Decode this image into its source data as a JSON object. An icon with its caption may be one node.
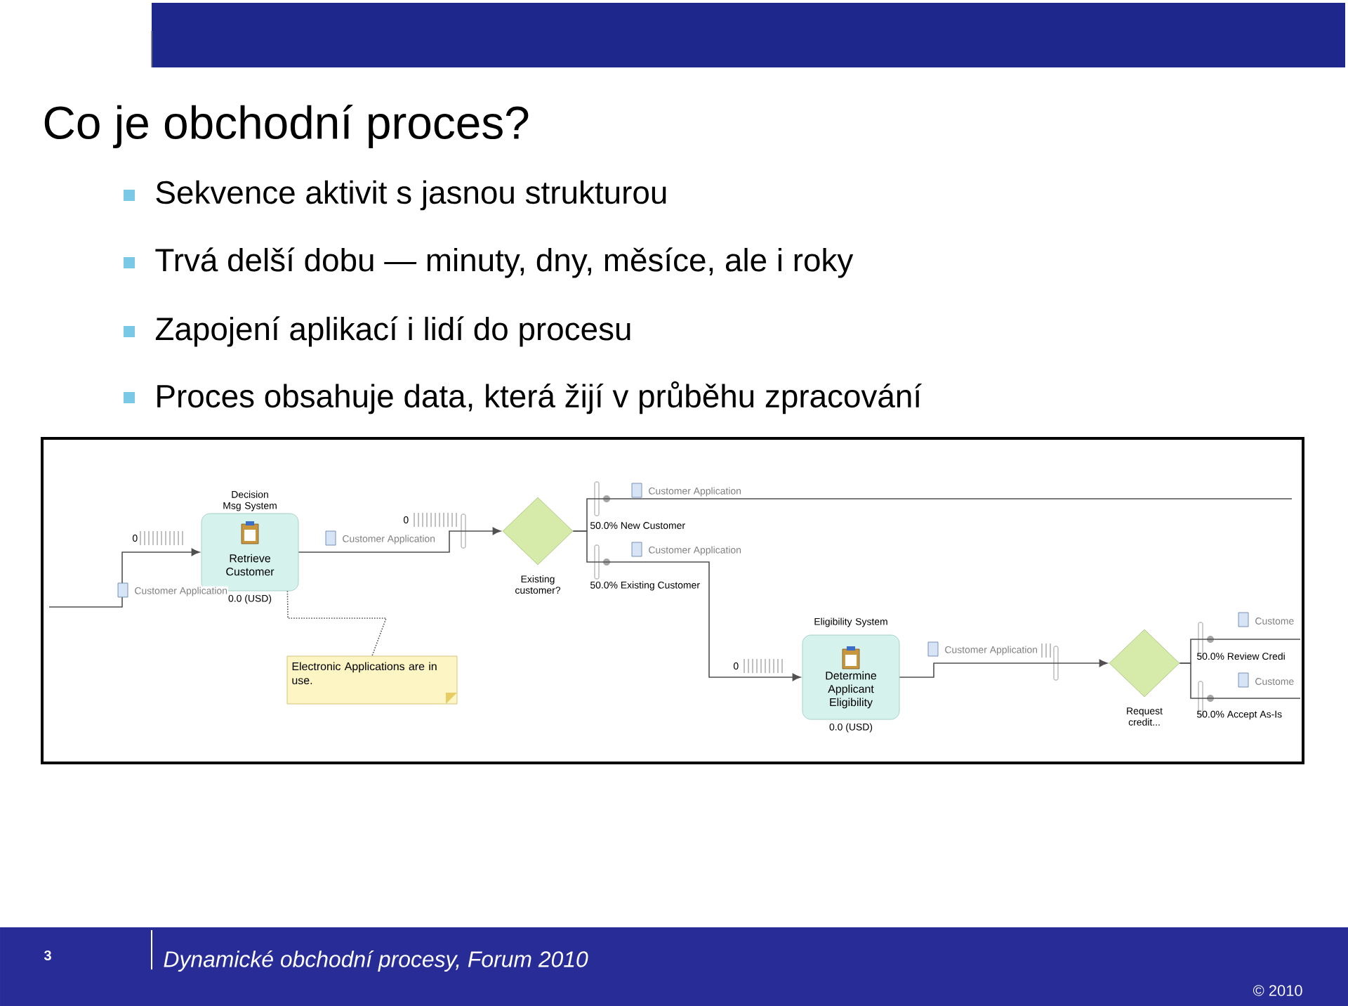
{
  "diagram": {
    "title": "Co je obchodní proces?",
    "nodes": [
      {
        "text": [
          "Decision Msg System",
          "Retrieve Customer"
        ],
        "beside": [
          "0.0 (USD)"
        ]
      },
      {
        "text": [
          "Existing customer?"
        ]
      },
      {
        "text": [
          "Eligibility System",
          "Determine Applicant Eligibility"
        ],
        "beside": [
          "0.0 (USD)"
        ]
      },
      {
        "text": [
          "Request credit..."
        ]
      },
      {
        "text": [
          "Electronic Applications are in use."
        ]
      }
    ],
    "edges": [
      {
        "from": null,
        "to": 0,
        "arrow": "to",
        "label": "Customer Application"
      },
      {
        "from": 0,
        "to": 1,
        "arrow": "to",
        "label": "Customer Application"
      },
      {
        "from": 1,
        "to": null,
        "arrow": "none",
        "label": "Customer Application"
      },
      {
        "from": 1,
        "to": 2,
        "arrow": "to",
        "label": "Customer Application"
      },
      {
        "from": 2,
        "to": 3,
        "arrow": "to",
        "label": "Customer Application"
      },
      {
        "from": 3,
        "to": null,
        "arrow": "none",
        "label": "Custome"
      },
      {
        "from": 3,
        "to": null,
        "arrow": "none",
        "label": "Custome"
      },
      {
        "from": 0,
        "to": 4,
        "arrow": "none",
        "style": "dashed"
      }
    ],
    "labels": [
      "Sekvence aktivit s jasnou strukturou",
      "Trvá delší dobu — minuty, dny, měsíce, ale i roky",
      "Zapojení aplikací i lidí do procesu",
      "Proces obsahuje data, která žijí v průběhu zpracování",
      "0",
      "0",
      "50.0% New Customer",
      "50.0% Existing Customer",
      "0",
      "50.0% Review Credi",
      "50.0% Accept As-Is",
      "3",
      "Dynamické obchodní procesy, Forum 2010",
      "© 2010"
    ]
  }
}
